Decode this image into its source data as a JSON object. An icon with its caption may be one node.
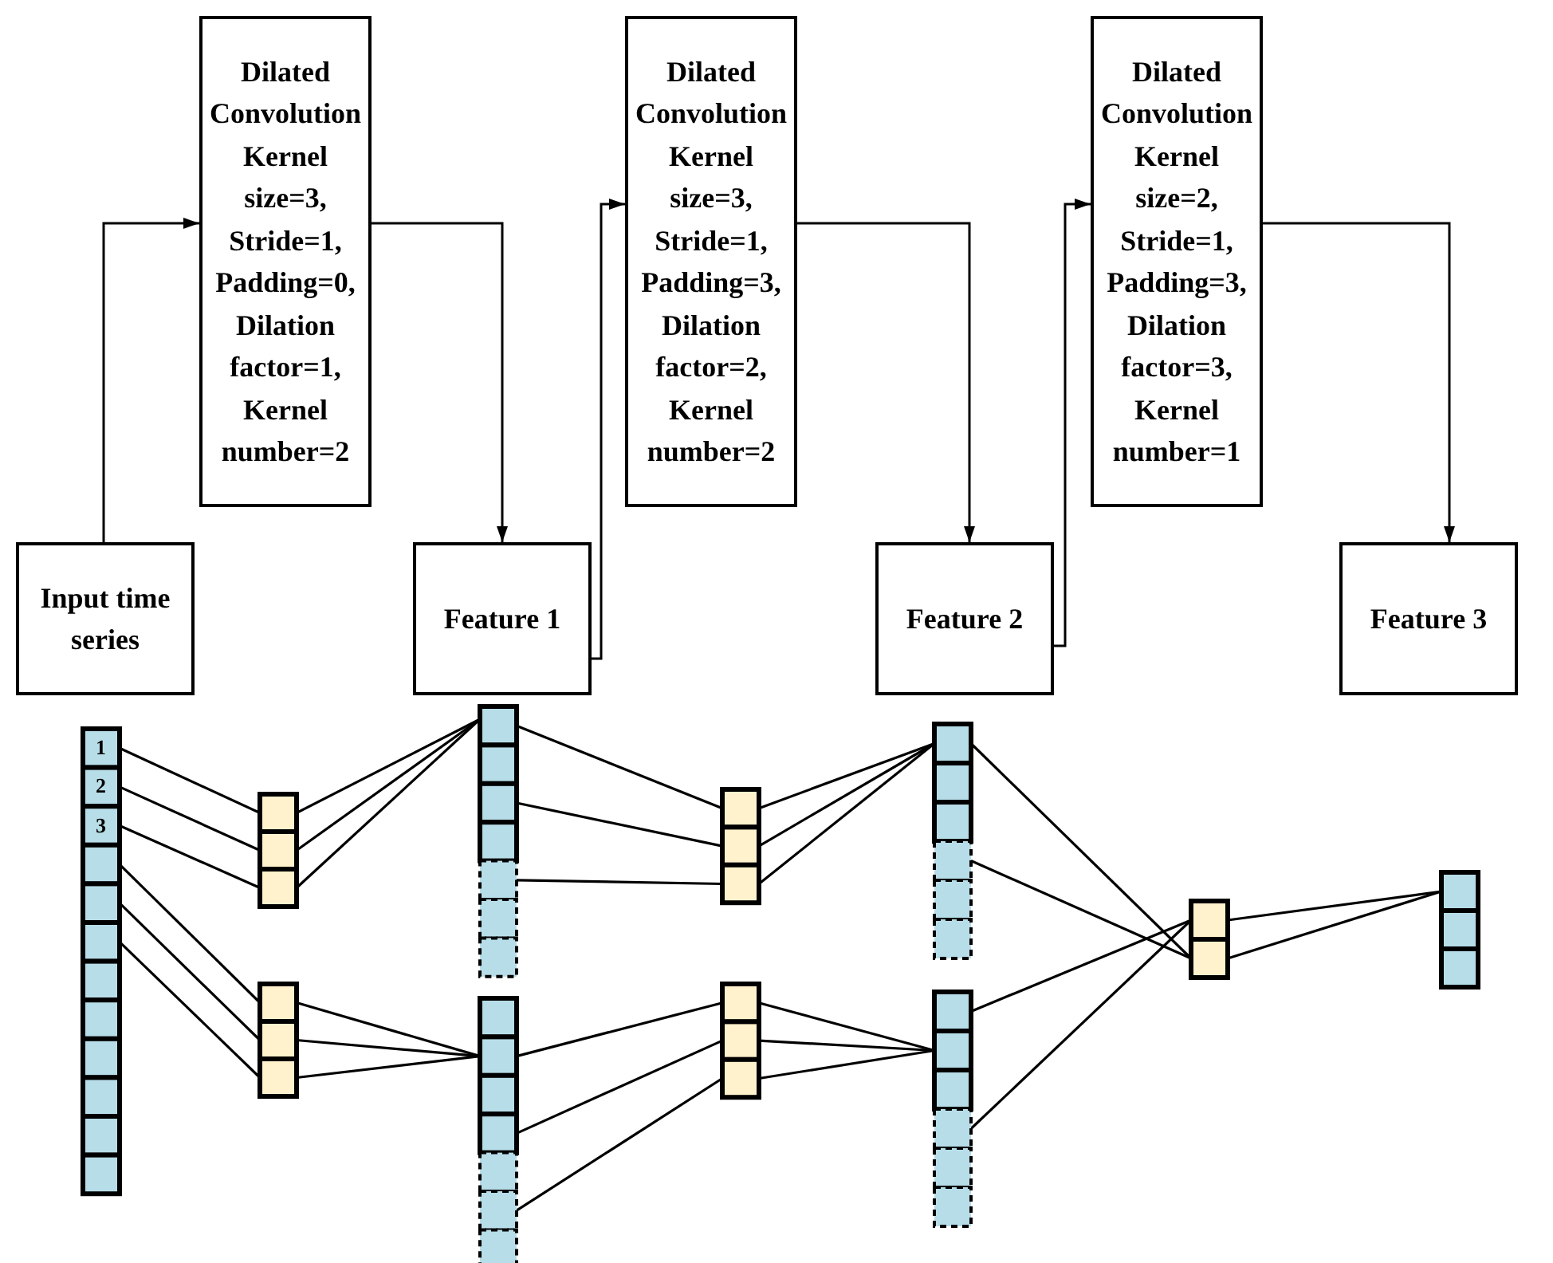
{
  "diagram": {
    "nodes": [
      {
        "text": [
          "Dilated Convolution Kernel size=3, Stride=1, Padding=0, Dilation factor=1, Kernel number=2"
        ]
      },
      {
        "text": [
          "Dilated Convolution Kernel size=3, Stride=1, Padding=3, Dilation factor=2, Kernel number=2"
        ]
      },
      {
        "text": [
          "Dilated Convolution Kernel size=2, Stride=1, Padding=3, Dilation factor=3, Kernel number=1"
        ]
      },
      {
        "text": [
          "Input time series"
        ]
      },
      {
        "text": [
          "Feature 1"
        ]
      },
      {
        "text": [
          "Feature 2"
        ]
      },
      {
        "text": [
          "Feature 3"
        ]
      }
    ],
    "edges": [
      {
        "from": 3,
        "to": 0,
        "arrow": "to"
      },
      {
        "from": 0,
        "to": 4,
        "arrow": "to"
      },
      {
        "from": 4,
        "to": 1,
        "arrow": "to"
      },
      {
        "from": 1,
        "to": 5,
        "arrow": "to"
      },
      {
        "from": 5,
        "to": 2,
        "arrow": "to"
      },
      {
        "from": 2,
        "to": 6,
        "arrow": "to"
      }
    ],
    "labels": [
      "1",
      "2",
      "3"
    ]
  }
}
